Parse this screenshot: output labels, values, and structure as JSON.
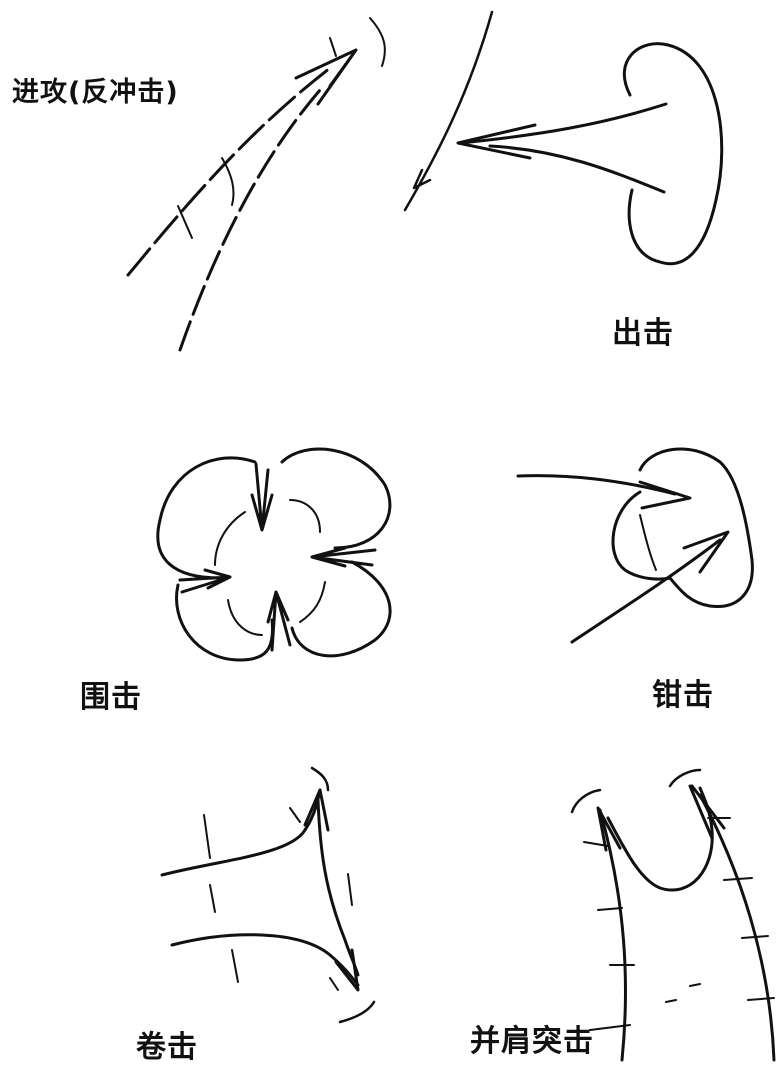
{
  "labels": {
    "attack": "进攻(反冲击)",
    "sortie": "出击",
    "encircle": "围击",
    "pincer": "钳击",
    "roll": "卷击",
    "shoulder": "并肩突击"
  },
  "colors": {
    "ink": "#111111",
    "background": "#ffffff"
  }
}
